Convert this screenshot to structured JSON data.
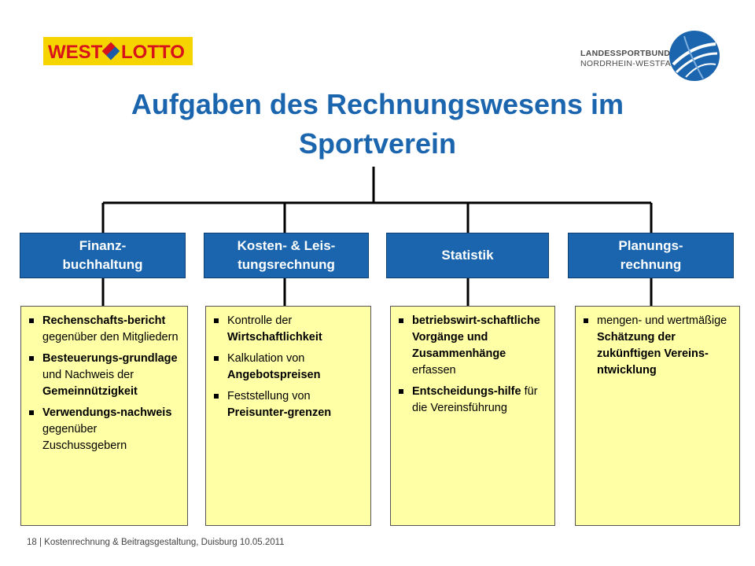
{
  "logos": {
    "westlotto": "WEST LOTTO",
    "lsb_line1": "LANDESSPORTBUND",
    "lsb_line2": "NORDRHEIN-WESTFALEN"
  },
  "title": "Aufgaben des Rechnungswesens im Sportverein",
  "columns": [
    {
      "header": "Finanz-\nbuchhaltung",
      "items": [
        [
          {
            "t": "Rechenschafts-bericht",
            "b": true
          },
          {
            "t": " gegenüber den Mitgliedern",
            "b": false
          }
        ],
        [
          {
            "t": "Besteuerungs-grundlage",
            "b": true
          },
          {
            "t": " und Nachweis der ",
            "b": false
          },
          {
            "t": "Gemeinnützigkeit",
            "b": true
          }
        ],
        [
          {
            "t": "Verwendungs-nachweis",
            "b": true
          },
          {
            "t": " gegenüber Zuschussgebern",
            "b": false
          }
        ]
      ]
    },
    {
      "header": "Kosten- & Leis-\ntungsrechnung",
      "items": [
        [
          {
            "t": "Kontrolle der ",
            "b": false
          },
          {
            "t": "Wirtschaftlichkeit",
            "b": true
          }
        ],
        [
          {
            "t": "Kalkulation von ",
            "b": false
          },
          {
            "t": "Angebotspreisen",
            "b": true
          }
        ],
        [
          {
            "t": "Feststellung von ",
            "b": false
          },
          {
            "t": "Preisunter-grenzen",
            "b": true
          }
        ]
      ]
    },
    {
      "header": "Statistik",
      "items": [
        [
          {
            "t": "betriebswirt-schaftliche Vorgänge und Zusammenhänge",
            "b": true
          },
          {
            "t": " erfassen",
            "b": false
          }
        ],
        [
          {
            "t": "Entscheidungs-hilfe",
            "b": true
          },
          {
            "t": " für die Vereinsführung",
            "b": false
          }
        ]
      ]
    },
    {
      "header": "Planungs-\nrechnung",
      "items": [
        [
          {
            "t": "mengen- und wertmäßige ",
            "b": false
          },
          {
            "t": "Schätzung der zukünftigen Vereins-ntwicklung",
            "b": true
          }
        ]
      ]
    }
  ],
  "footer": "18 | Kostenrechnung & Beitragsgestaltung, Duisburg 10.05.2011",
  "colors": {
    "header_blue": "#1a65ad",
    "box_yellow": "#ffffa6",
    "title_blue": "#1a65ad"
  }
}
